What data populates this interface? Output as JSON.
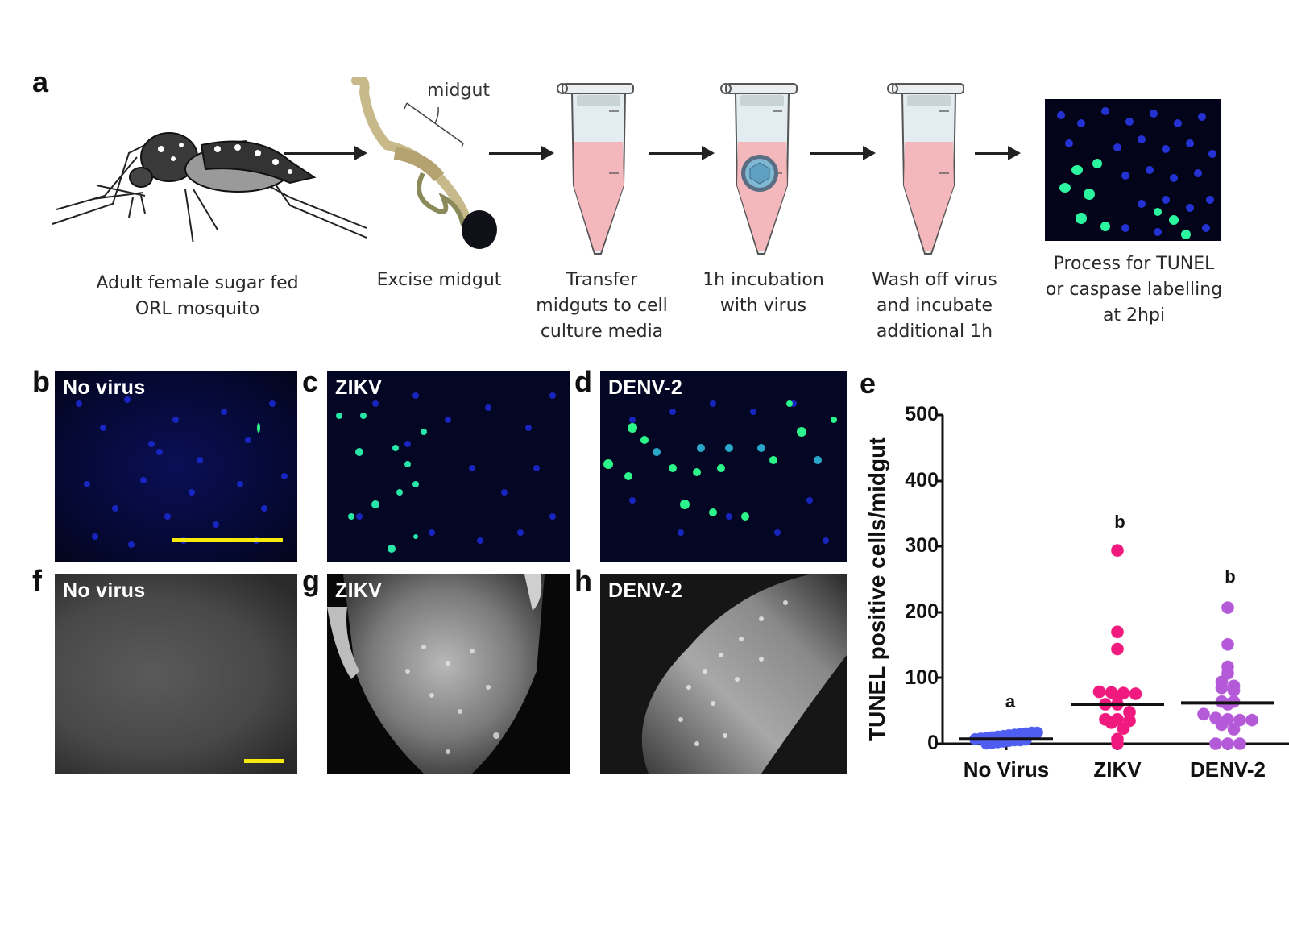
{
  "figure": {
    "panel_letters": {
      "a": "a",
      "b": "b",
      "c": "c",
      "d": "d",
      "e": "e",
      "f": "f",
      "g": "g",
      "h": "h"
    },
    "workflow": {
      "midgut_callout": "midgut",
      "steps": [
        {
          "caption": "Adult female sugar fed\nORL mosquito",
          "icon": "mosquito-illustration"
        },
        {
          "caption": "Excise midgut",
          "icon": "excised-midgut-photo"
        },
        {
          "caption": "Transfer\nmidguts to cell\nculture media",
          "icon": "tube-with-media"
        },
        {
          "caption": "1h incubation\nwith virus",
          "icon": "tube-with-virus"
        },
        {
          "caption": "Wash off virus\nand incubate\nadditional 1h",
          "icon": "tube-with-media"
        },
        {
          "caption": "Process for TUNEL\nor caspase labelling\nat 2hpi",
          "icon": "fluorescence-micrograph"
        }
      ]
    },
    "tunel_images": [
      {
        "label": "No virus",
        "panel": "b",
        "scale_bar": true
      },
      {
        "label": "ZIKV",
        "panel": "c",
        "scale_bar": false
      },
      {
        "label": "DENV-2",
        "panel": "d",
        "scale_bar": false
      }
    ],
    "caspase_images": [
      {
        "label": "No virus",
        "panel": "f",
        "scale_bar": true
      },
      {
        "label": "ZIKV",
        "panel": "g",
        "scale_bar": false
      },
      {
        "label": "DENV-2",
        "panel": "h",
        "scale_bar": false
      }
    ],
    "colors": {
      "no_virus": "#4f5ef0",
      "zikv": "#f0197d",
      "denv2": "#b45ad8",
      "tube_media": "#f4b8bc",
      "scale_bar": "#f5ea0c",
      "nuclei_blue": "#1f2ee0",
      "tunel_green": "#2cf58a"
    }
  },
  "chart_data": {
    "type": "scatter",
    "title": "",
    "xlabel": "",
    "ylabel": "TUNEL positive cells/midgut",
    "ylim": [
      0,
      500
    ],
    "yticks": [
      0,
      100,
      200,
      300,
      400,
      500
    ],
    "categories": [
      "No Virus",
      "ZIKV",
      "DENV-2"
    ],
    "significance_letters": [
      "a",
      "b",
      "b"
    ],
    "grid": false,
    "legend": null,
    "series": [
      {
        "name": "No Virus",
        "color": "#4f5ef0",
        "median": 7,
        "values": [
          0,
          1,
          2,
          3,
          4,
          5,
          5,
          6,
          7,
          8,
          9,
          10,
          11,
          12,
          13,
          14,
          15,
          16,
          17,
          17
        ]
      },
      {
        "name": "ZIKV",
        "color": "#f0197d",
        "median": 60,
        "values": [
          294,
          170,
          144,
          79,
          78,
          77,
          76,
          72,
          60,
          60,
          48,
          37,
          37,
          35,
          32,
          23,
          7,
          0
        ]
      },
      {
        "name": "DENV-2",
        "color": "#b45ad8",
        "median": 62,
        "values": [
          207,
          151,
          117,
          107,
          94,
          88,
          85,
          81,
          64,
          64,
          60,
          45,
          39,
          37,
          36,
          36,
          29,
          22,
          0,
          0,
          0
        ]
      }
    ]
  }
}
